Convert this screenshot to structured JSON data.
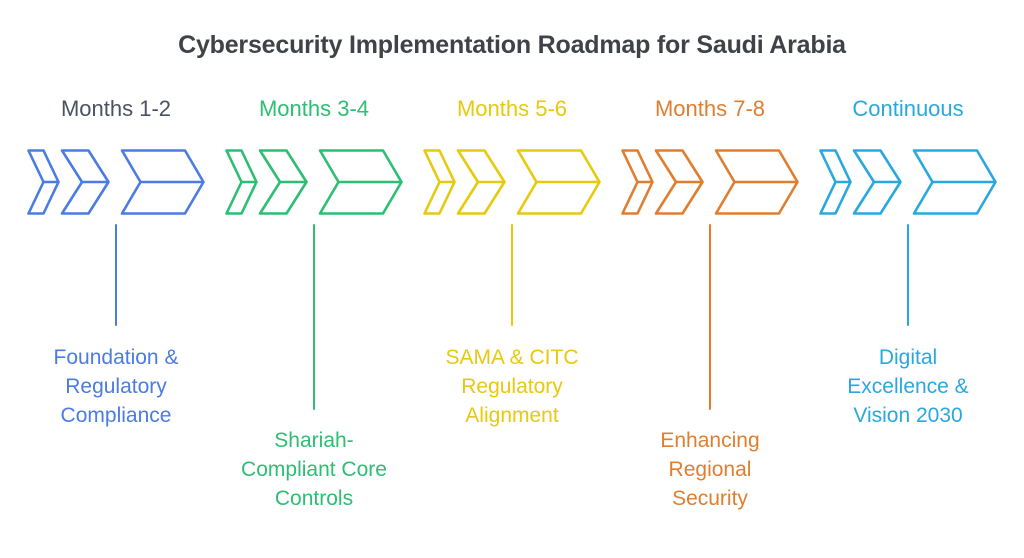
{
  "title": "Cybersecurity Implementation Roadmap for Saudi Arabia",
  "colors": {
    "title_text": "#3F4347",
    "background": "#FFFFFF"
  },
  "stages": [
    {
      "period": "Months 1-2",
      "period_color": "#4A5263",
      "accent": "#4A7CE2",
      "note_lines": [
        "Foundation &",
        "Regulatory",
        "Compliance"
      ],
      "connector": "short"
    },
    {
      "period": "Months 3-4",
      "period_color": "#2DBE74",
      "accent": "#2DBE74",
      "note_lines": [
        "Shariah-",
        "Compliant Core",
        "Controls"
      ],
      "connector": "long"
    },
    {
      "period": "Months 5-6",
      "period_color": "#E7C90D",
      "accent": "#E7C90D",
      "note_lines": [
        "SAMA & CITC",
        "Regulatory",
        "Alignment"
      ],
      "connector": "short"
    },
    {
      "period": "Months 7-8",
      "period_color": "#E07E30",
      "accent": "#E07E30",
      "note_lines": [
        "Enhancing",
        "Regional",
        "Security"
      ],
      "connector": "long"
    },
    {
      "period": "Continuous",
      "period_color": "#29A8DF",
      "accent": "#29A8DF",
      "note_lines": [
        "Digital",
        "Excellence &",
        "Vision 2030"
      ],
      "connector": "short"
    }
  ]
}
